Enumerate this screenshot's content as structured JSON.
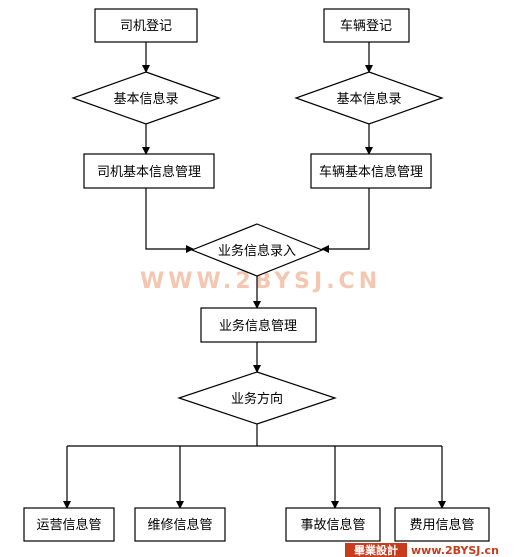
{
  "nodes": {
    "driver_register": "司机登记",
    "vehicle_register": "车辆登记",
    "basic_info_left": "基本信息录",
    "basic_info_right": "基本信息录",
    "driver_basic_mgmt": "司机基本信息管理",
    "vehicle_basic_mgmt": "车辆基本信息管理",
    "business_entry": "业务信息录入",
    "business_mgmt": "业务信息管理",
    "business_direction": "业务方向",
    "ops_mgmt": "运营信息管",
    "repair_mgmt": "维修信息管",
    "accident_mgmt": "事故信息管",
    "cost_mgmt": "费用信息管"
  },
  "watermark": "WWW.2BYSJ.CN",
  "logo": {
    "brand": "畢業設計",
    "url": "www.2BYSJ.cn"
  }
}
